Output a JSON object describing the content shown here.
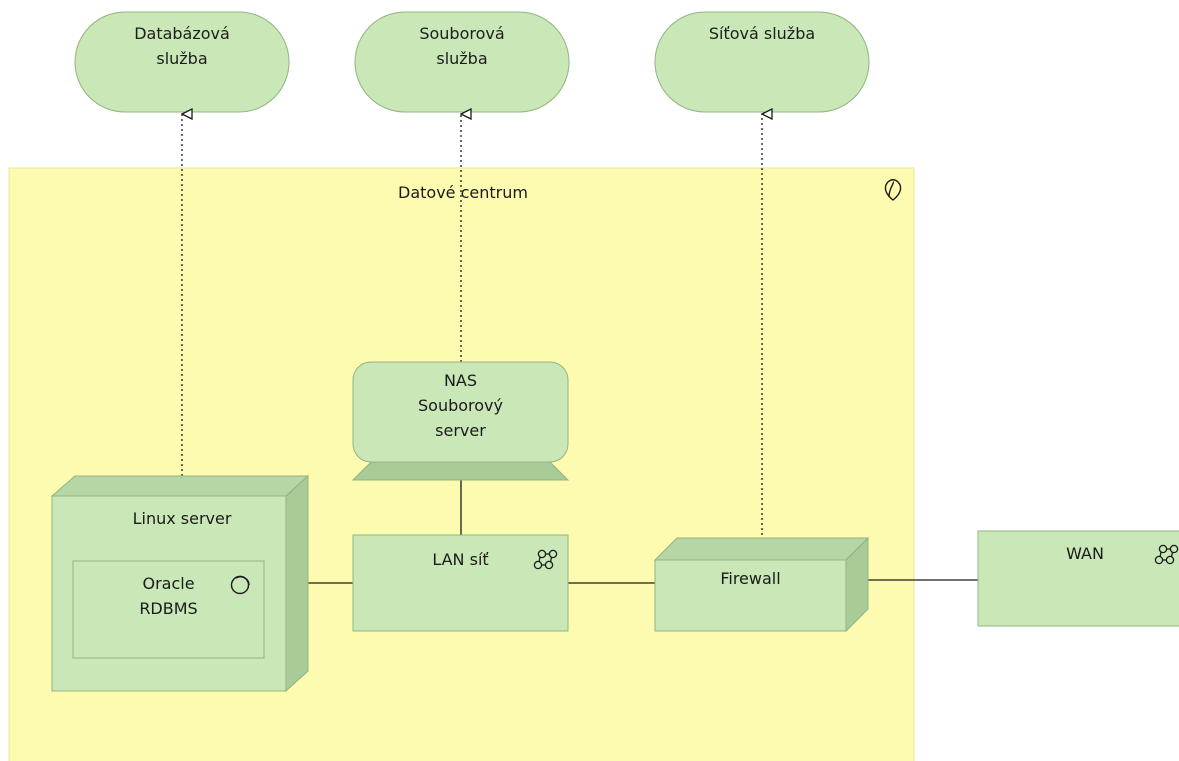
{
  "diagram": {
    "colors": {
      "location_fill": "#fdfbaf",
      "location_stroke": "#e9e6a0",
      "element_fill": "#c9e7b7",
      "element_stroke": "#92b482",
      "node_side": "#a9cb98",
      "node_top": "#b6d7a5",
      "line": "#1b1b1b"
    },
    "location": {
      "label": "Datové centrum",
      "icon": "location-pin-icon"
    },
    "services": [
      {
        "id": "db-service",
        "label": "Databázová\nslužba"
      },
      {
        "id": "file-service",
        "label": "Souborová\nslužba"
      },
      {
        "id": "net-service",
        "label": "Síťová služba"
      }
    ],
    "nodes": {
      "linux_server": {
        "label": "Linux server"
      },
      "oracle": {
        "label": "Oracle\nRDBMS",
        "icon": "system-software-icon"
      },
      "nas": {
        "label": "NAS\nSouborový\nserver"
      },
      "lan": {
        "label": "LAN síť",
        "icon": "network-icon"
      },
      "firewall": {
        "label": "Firewall"
      },
      "wan": {
        "label": "WAN",
        "icon": "network-icon"
      }
    }
  }
}
